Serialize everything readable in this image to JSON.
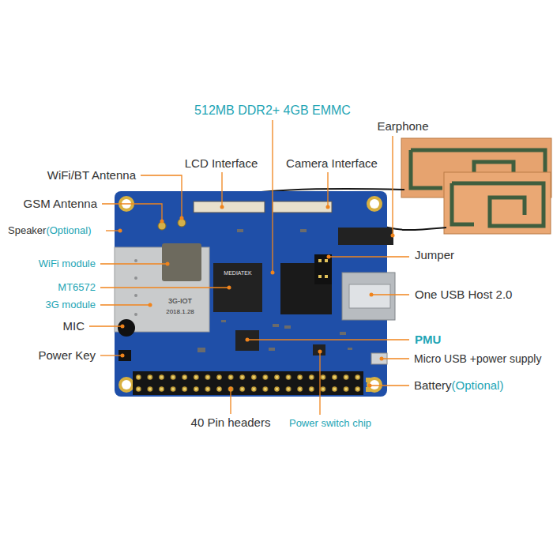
{
  "diagram": {
    "labels": [
      "512MB DDR2+ 4GB EMMC",
      "Earphone",
      "LCD Interface",
      "Camera Interface",
      "WiFi/BT Antenna",
      "GSM Antenna",
      "Speaker",
      "(Optional)",
      "WiFi module",
      "Jumper",
      "MT6572",
      "3G module",
      "One USB Host 2.0",
      "MIC",
      "PMU",
      "Power Key",
      "Micro USB +power supply",
      "Battery",
      "(Optional)",
      "40 Pin headers",
      "Power switch chip",
      "3G-IOT",
      "2018.1.28",
      "MEDIATEK"
    ]
  }
}
